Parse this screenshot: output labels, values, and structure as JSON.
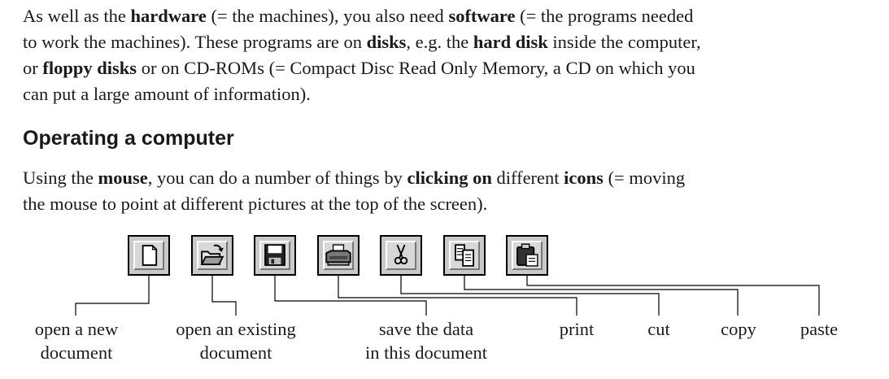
{
  "intro": {
    "l1_a": "As well as the ",
    "l1_b": "hardware",
    "l1_c": " (= the machines), you also need ",
    "l1_d": "software",
    "l1_e": " (= the programs needed",
    "l2_a": "to work the machines). These programs are on ",
    "l2_b": "disks",
    "l2_c": ", e.g. the ",
    "l2_d": "hard disk",
    "l2_e": " inside the computer,",
    "l3_a": "or ",
    "l3_b": "floppy disks",
    "l3_c": " or on CD-ROMs (= Compact Disc Read Only Memory, a CD on which you",
    "l4": "can put a large amount of information)."
  },
  "heading": "Operating a computer",
  "para2": {
    "l1_a": "Using the ",
    "l1_b": "mouse",
    "l1_c": ", you can do a number of things by ",
    "l1_d": "clicking on",
    "l1_e": " different ",
    "l1_f": "icons",
    "l1_g": " (= moving",
    "l2": "the mouse to point at different pictures at the top of the screen)."
  },
  "toolbar": {
    "icons": [
      "new-document-icon",
      "open-folder-icon",
      "save-disk-icon",
      "printer-icon",
      "scissors-icon",
      "copy-icon",
      "paste-clipboard-icon"
    ]
  },
  "labels": {
    "new": [
      "open a new",
      "document"
    ],
    "open": [
      "open an existing",
      "document"
    ],
    "save": [
      "save the data",
      "in this document"
    ],
    "print": [
      "print"
    ],
    "cut": [
      "cut"
    ],
    "copy": [
      "copy"
    ],
    "paste": [
      "paste"
    ]
  }
}
